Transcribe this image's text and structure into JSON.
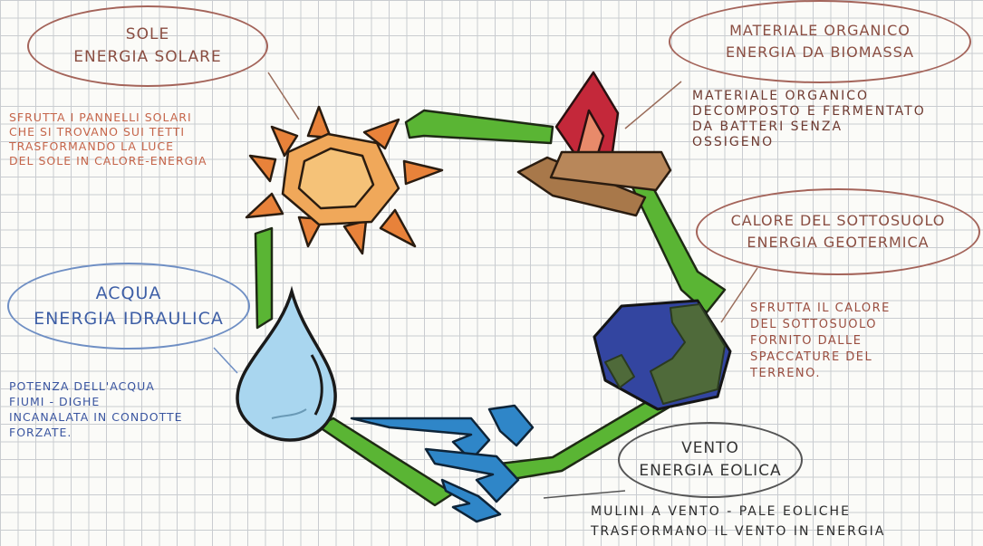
{
  "sun": {
    "title": "SOLE",
    "subtitle": "ENERGIA SOLARE",
    "description": "SFRUTTA I PANNELLI SOLARI\nCHE SI TROVANO SUI TETTI\nTRASFORMANDO LA LUCE\nDEL SOLE IN CALORE-ENERGIA"
  },
  "biomass": {
    "title": "MATERIALE ORGANICO",
    "subtitle": "ENERGIA DA BIOMASSA",
    "description": "MATERIALE ORGANICO\nDECOMPOSTO E FERMENTATO\nDA BATTERI SENZA\nOSSIGENO"
  },
  "geothermal": {
    "title": "CALORE DEL SOTTOSUOLO",
    "subtitle": "ENERGIA GEOTERMICA",
    "description": "SFRUTTA IL CALORE\nDEL SOTTOSUOLO\nFORNITO DALLE\nSPACCATURE DEL\nTERRENO."
  },
  "water": {
    "title": "ACQUA",
    "subtitle": "ENERGIA IDRAULICA",
    "description": "POTENZA DELL'ACQUA\nFIUMI - DIGHE\nINCANALATA IN CONDOTTE\nFORZATE."
  },
  "wind": {
    "title": "VENTO",
    "subtitle": "ENERGIA EOLICA",
    "description": "MULINI A VENTO - PALE EOLICHE\nTRASFORMANO IL VENTO IN ENERGIA"
  },
  "colors": {
    "cycle": "#5ab534",
    "sun": "#f0a85a",
    "flame": "#c4283a",
    "wood": "#a8784a",
    "earth_blue": "#3345a0",
    "earth_green": "#4f6a3a",
    "water": "#a9d6ef",
    "wind": "#2f86c8"
  }
}
